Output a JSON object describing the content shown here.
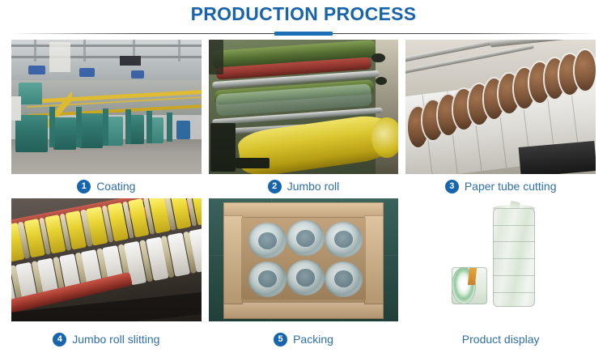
{
  "header": {
    "title": "PRODUCTION PROCESS",
    "accent_color": "#1a6fb5",
    "title_color": "#1964ad"
  },
  "grid": {
    "columns": 3,
    "rows": 2,
    "cells": [
      {
        "step": "1",
        "label": "Coating",
        "photo": "factory-coating-line-photo"
      },
      {
        "step": "2",
        "label": "Jumbo roll",
        "photo": "jumbo-roll-machine-photo"
      },
      {
        "step": "3",
        "label": "Paper tube cutting",
        "photo": "paper-tube-cutting-photo"
      },
      {
        "step": "4",
        "label": "Jumbo roll slitting",
        "photo": "jumbo-roll-slitting-photo"
      },
      {
        "step": "5",
        "label": "Packing",
        "photo": "packing-carton-photo"
      },
      {
        "step": "",
        "label": "Product display",
        "photo": "product-display-photo"
      }
    ]
  },
  "colors": {
    "badge_bg": "#1665ad",
    "caption_text": "#2f6fad",
    "background": "#ffffff"
  }
}
